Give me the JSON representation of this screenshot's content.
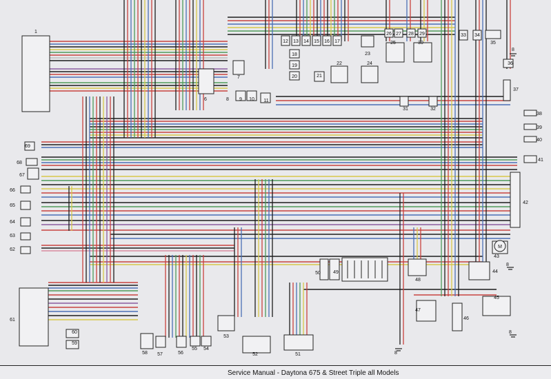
{
  "components": [
    {
      "id": "c1",
      "label": "1"
    },
    {
      "id": "c6",
      "label": "6"
    },
    {
      "id": "c7",
      "label": "7"
    },
    {
      "id": "c8a",
      "label": "8"
    },
    {
      "id": "c9",
      "label": "9"
    },
    {
      "id": "c10",
      "label": "10"
    },
    {
      "id": "c11",
      "label": "11"
    },
    {
      "id": "c12",
      "label": "12"
    },
    {
      "id": "c13",
      "label": "13"
    },
    {
      "id": "c14",
      "label": "14"
    },
    {
      "id": "c15",
      "label": "15"
    },
    {
      "id": "c16",
      "label": "16"
    },
    {
      "id": "c17",
      "label": "17"
    },
    {
      "id": "c18",
      "label": "18"
    },
    {
      "id": "c19",
      "label": "19"
    },
    {
      "id": "c20",
      "label": "20"
    },
    {
      "id": "c21",
      "label": "21"
    },
    {
      "id": "c22",
      "label": "22"
    },
    {
      "id": "c23",
      "label": "23"
    },
    {
      "id": "c24",
      "label": "24"
    },
    {
      "id": "c25",
      "label": "25"
    },
    {
      "id": "c26",
      "label": "26"
    },
    {
      "id": "c27",
      "label": "27"
    },
    {
      "id": "c28",
      "label": "28"
    },
    {
      "id": "c29",
      "label": "29"
    },
    {
      "id": "c30",
      "label": "30"
    },
    {
      "id": "c31",
      "label": "31"
    },
    {
      "id": "c32",
      "label": "32"
    },
    {
      "id": "c33",
      "label": "33"
    },
    {
      "id": "c34",
      "label": "34"
    },
    {
      "id": "c35",
      "label": "35"
    },
    {
      "id": "c8b",
      "label": "8"
    },
    {
      "id": "c36",
      "label": "36"
    },
    {
      "id": "c37",
      "label": "37"
    },
    {
      "id": "c38",
      "label": "38"
    },
    {
      "id": "c39",
      "label": "39"
    },
    {
      "id": "c40",
      "label": "40"
    },
    {
      "id": "c41",
      "label": "41"
    },
    {
      "id": "c42",
      "label": "42"
    },
    {
      "id": "c43",
      "label": "43"
    },
    {
      "id": "c8c",
      "label": "8"
    },
    {
      "id": "c44",
      "label": "44"
    },
    {
      "id": "c45",
      "label": "45"
    },
    {
      "id": "c8d",
      "label": "8"
    },
    {
      "id": "c46",
      "label": "46"
    },
    {
      "id": "c47",
      "label": "47"
    },
    {
      "id": "c48",
      "label": "48"
    },
    {
      "id": "c49",
      "label": "49"
    },
    {
      "id": "c50",
      "label": "50"
    },
    {
      "id": "c51",
      "label": "51"
    },
    {
      "id": "c52",
      "label": "52"
    },
    {
      "id": "c53",
      "label": "53"
    },
    {
      "id": "c54",
      "label": "54"
    },
    {
      "id": "c55",
      "label": "55"
    },
    {
      "id": "c56",
      "label": "56"
    },
    {
      "id": "c57",
      "label": "57"
    },
    {
      "id": "c58",
      "label": "58"
    },
    {
      "id": "c59",
      "label": "59"
    },
    {
      "id": "c60",
      "label": "60"
    },
    {
      "id": "c61",
      "label": "61"
    },
    {
      "id": "c62",
      "label": "62"
    },
    {
      "id": "c63",
      "label": "63"
    },
    {
      "id": "c64",
      "label": "64"
    },
    {
      "id": "c65",
      "label": "65"
    },
    {
      "id": "c66",
      "label": "66"
    },
    {
      "id": "c67",
      "label": "67"
    },
    {
      "id": "c68",
      "label": "68"
    },
    {
      "id": "c69",
      "label": "69"
    },
    {
      "id": "c8e",
      "label": "8"
    }
  ],
  "motor_symbol": "M",
  "footer": {
    "title": "Service Manual - Daytona 675 & Street Triple all Models"
  },
  "wire_colors": {
    "red": "#c8423e",
    "black": "#1c1c1c",
    "blue": "#4a6fb5",
    "yellow": "#d8c84a",
    "green": "#4f9a5a",
    "white": "#bdbdbd",
    "brown": "#8a5a3a",
    "purple": "#8a5ca0",
    "pink": "#d98aa0"
  }
}
